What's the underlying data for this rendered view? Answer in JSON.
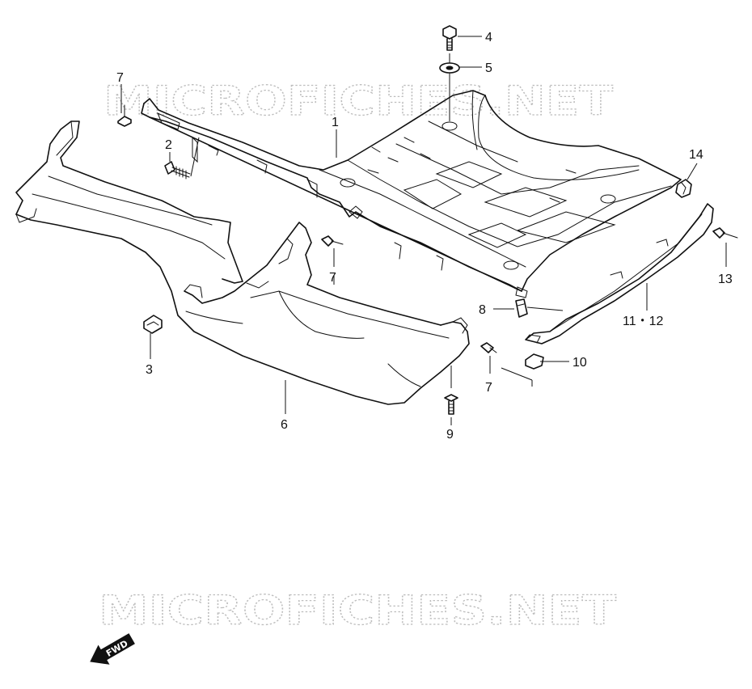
{
  "watermark": {
    "top": "MICROFICHES.NET",
    "bottom": "MICROFICHES.NET"
  },
  "direction_label": "FWD",
  "callouts": [
    {
      "id": "c1",
      "text": "1"
    },
    {
      "id": "c2",
      "text": "2"
    },
    {
      "id": "c3",
      "text": "3"
    },
    {
      "id": "c4",
      "text": "4"
    },
    {
      "id": "c5",
      "text": "5"
    },
    {
      "id": "c6",
      "text": "6"
    },
    {
      "id": "c7a",
      "text": "7"
    },
    {
      "id": "c7b",
      "text": "7"
    },
    {
      "id": "c7c",
      "text": "7"
    },
    {
      "id": "c8",
      "text": "8"
    },
    {
      "id": "c9",
      "text": "9"
    },
    {
      "id": "c10",
      "text": "10"
    },
    {
      "id": "c11",
      "text": "11・12"
    },
    {
      "id": "c13",
      "text": "13"
    },
    {
      "id": "c14",
      "text": "14"
    }
  ]
}
